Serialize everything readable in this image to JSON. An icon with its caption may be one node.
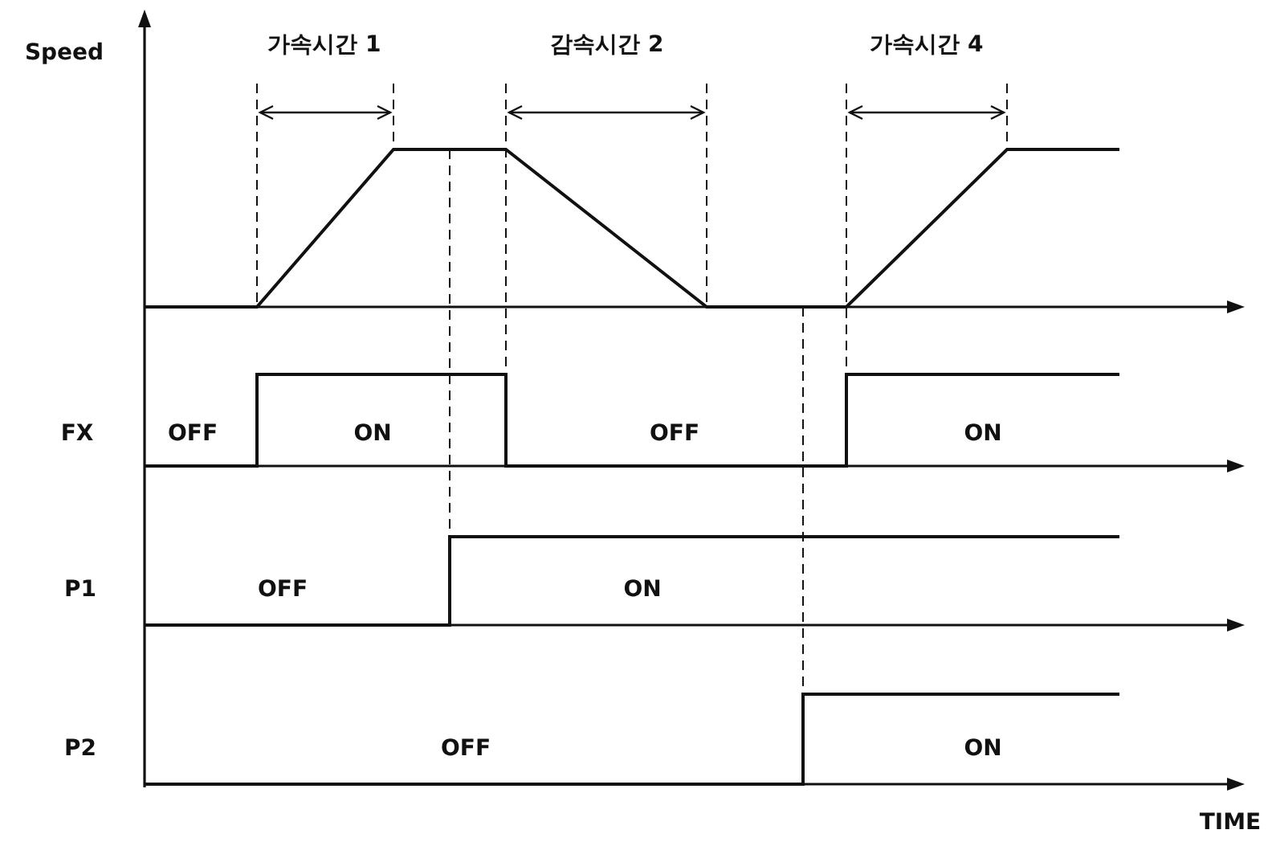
{
  "diagram": {
    "labels": [
      "Speed",
      "가속시간 1",
      "감속시간 2",
      "가속시간 4",
      "FX",
      "OFF",
      "ON",
      "OFF",
      "ON",
      "P1",
      "OFF",
      "ON",
      "P2",
      "OFF",
      "ON",
      "TIME"
    ]
  }
}
